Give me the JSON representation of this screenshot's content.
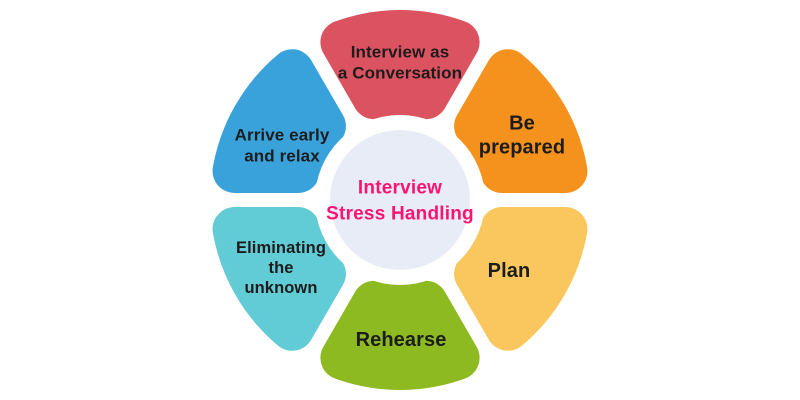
{
  "diagram": {
    "title": "Interview\nStress Handling",
    "petals": [
      {
        "id": "interview-as-a-conversation",
        "label": "Interview as\na Conversation",
        "color": "#db5260"
      },
      {
        "id": "be-prepared",
        "label": "Be\nprepared",
        "color": "#f5921e"
      },
      {
        "id": "plan",
        "label": "Plan",
        "color": "#f9c75e"
      },
      {
        "id": "rehearse",
        "label": "Rehearse",
        "color": "#8cba20"
      },
      {
        "id": "eliminating-the-unknown",
        "label": "Eliminating\nthe\nunknown",
        "color": "#61ccd6"
      },
      {
        "id": "arrive-early-and-relax",
        "label": "Arrive early\nand relax",
        "color": "#3aa2da"
      }
    ],
    "colors": {
      "background": "#ffffff",
      "center_fill": "#e8ecf6",
      "center_ring": "#ffffff",
      "title_text": "#fb1472",
      "label_text": "#1c1c1c"
    }
  }
}
